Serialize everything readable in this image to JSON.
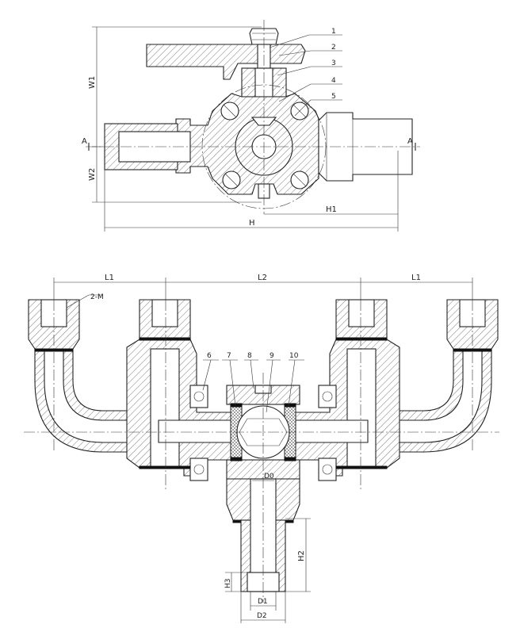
{
  "top_view": {
    "callouts": [
      "1",
      "2",
      "3",
      "4",
      "5"
    ],
    "section_marks": [
      "A",
      "A"
    ],
    "dimensions": {
      "w1": "W1",
      "w2": "W2",
      "h1": "H1",
      "h": "H"
    }
  },
  "bottom_view": {
    "callouts": [
      "6",
      "7",
      "8",
      "9",
      "10"
    ],
    "dimensions": {
      "l1_left": "L1",
      "l2": "L2",
      "l1_right": "L1",
      "thread": "2-M",
      "d0": "D0",
      "h2": "H2",
      "h3": "H3",
      "d1": "D1",
      "d2": "D2"
    }
  }
}
